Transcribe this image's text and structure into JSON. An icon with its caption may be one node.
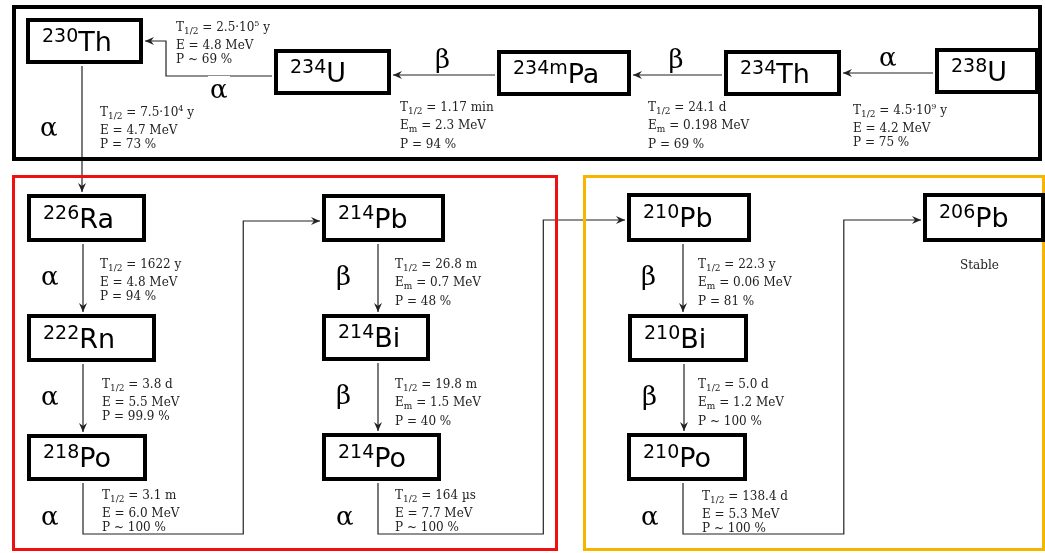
{
  "diagram": {
    "nodes": [
      {
        "text": [],
        "shape": "box"
      },
      {
        "text": [
          "$^{230}$Th"
        ],
        "in": 0,
        "beside": [
          "T$_{1/2}$ = 7.5·10$^{4}$ y",
          "E = 4.7 MeV",
          "P = 73 %"
        ]
      },
      {
        "text": [
          "$^{234}$U"
        ],
        "in": 0,
        "beside": [
          "T$_{1/2}$ = 2.5·10$^{5}$ y",
          "E = 4.8 MeV",
          "P ~ 69 %"
        ]
      },
      {
        "text": [
          "$^{234m}$Pa"
        ],
        "in": 0,
        "beside": [
          "T$_{1/2}$ = 1.17 min",
          "E$_{m}$ = 2.3 MeV",
          "P = 94 %"
        ]
      },
      {
        "text": [
          "$^{234}$Th"
        ],
        "in": 0,
        "beside": [
          "T$_{1/2}$ = 24.1 d",
          "E$_{m}$ = 0.198 MeV",
          "P = 69 %"
        ]
      },
      {
        "text": [
          "$^{238}$U"
        ],
        "in": 0,
        "beside": [
          "T$_{1/2}$ = 4.5·10$^{9}$ y",
          "E = 4.2 MeV",
          "P = 75 %"
        ]
      },
      {
        "text": [],
        "shape": "box"
      },
      {
        "text": [
          "$^{226}$Ra"
        ],
        "in": 6,
        "beside": [
          "T$_{1/2}$ = 1622 y",
          "E = 4.8 MeV",
          "P = 94 %"
        ]
      },
      {
        "text": [
          "$^{222}$Rn"
        ],
        "in": 6,
        "beside": [
          "T$_{1/2}$ = 3.8 d",
          "E = 5.5 MeV",
          "P = 99.9 %"
        ]
      },
      {
        "text": [
          "$^{218}$Po"
        ],
        "in": 6,
        "beside": [
          "T$_{1/2}$ = 3.1 m",
          "E = 6.0 MeV",
          "P ~ 100 %"
        ]
      },
      {
        "text": [
          "$^{214}$Pb"
        ],
        "in": 6,
        "beside": [
          "T$_{1/2}$ = 26.8 m",
          "E$_{m}$ = 0.7 MeV",
          "P = 48 %"
        ]
      },
      {
        "text": [
          "$^{214}$Bi"
        ],
        "in": 6,
        "beside": [
          "T$_{1/2}$ = 19.8 m",
          "E$_{m}$ = 1.5 MeV",
          "P = 40 %"
        ]
      },
      {
        "text": [
          "$^{214}$Po"
        ],
        "in": 6,
        "beside": [
          "T$_{1/2}$ = 164 µs",
          "E = 7.7 MeV",
          "P ~ 100 %"
        ]
      },
      {
        "text": [],
        "shape": "box"
      },
      {
        "text": [
          "$^{210}$Pb"
        ],
        "in": 13,
        "beside": [
          "T$_{1/2}$ = 22.3 y",
          "E$_{m}$ = 0.06 MeV",
          "P = 81 %"
        ]
      },
      {
        "text": [
          "$^{210}$Bi"
        ],
        "in": 13,
        "beside": [
          "T$_{1/2}$ = 5.0 d",
          "E$_{m}$ = 1.2 MeV",
          "P ~ 100 %"
        ]
      },
      {
        "text": [
          "$^{210}$Po"
        ],
        "in": 13,
        "beside": [
          "T$_{1/2}$ = 138.4 d",
          "E = 5.3 MeV",
          "P ~ 100 %"
        ]
      },
      {
        "text": [
          "$^{206}$Pb"
        ],
        "in": 13,
        "beside": [
          "Stable"
        ]
      }
    ],
    "edges": [
      {
        "from": 5,
        "to": 4,
        "arrow": "to",
        "label": "α"
      },
      {
        "from": 4,
        "to": 3,
        "arrow": "to",
        "label": "β"
      },
      {
        "from": 3,
        "to": 2,
        "arrow": "to",
        "label": "β"
      },
      {
        "from": 2,
        "to": 1,
        "arrow": "to",
        "label": "α"
      },
      {
        "from": 1,
        "to": 7,
        "arrow": "to",
        "label": "α"
      },
      {
        "from": 7,
        "to": 8,
        "arrow": "to",
        "label": "α"
      },
      {
        "from": 8,
        "to": 9,
        "arrow": "to",
        "label": "α"
      },
      {
        "from": 9,
        "to": 10,
        "arrow": "to",
        "label": "α"
      },
      {
        "from": 10,
        "to": 11,
        "arrow": "to",
        "label": "β"
      },
      {
        "from": 11,
        "to": 12,
        "arrow": "to",
        "label": "β"
      },
      {
        "from": 12,
        "to": 14,
        "arrow": "to",
        "label": "α"
      },
      {
        "from": 14,
        "to": 15,
        "arrow": "to",
        "label": "β"
      },
      {
        "from": 15,
        "to": 16,
        "arrow": "to",
        "label": "β"
      },
      {
        "from": 16,
        "to": 17,
        "arrow": "to",
        "label": "α"
      }
    ]
  }
}
